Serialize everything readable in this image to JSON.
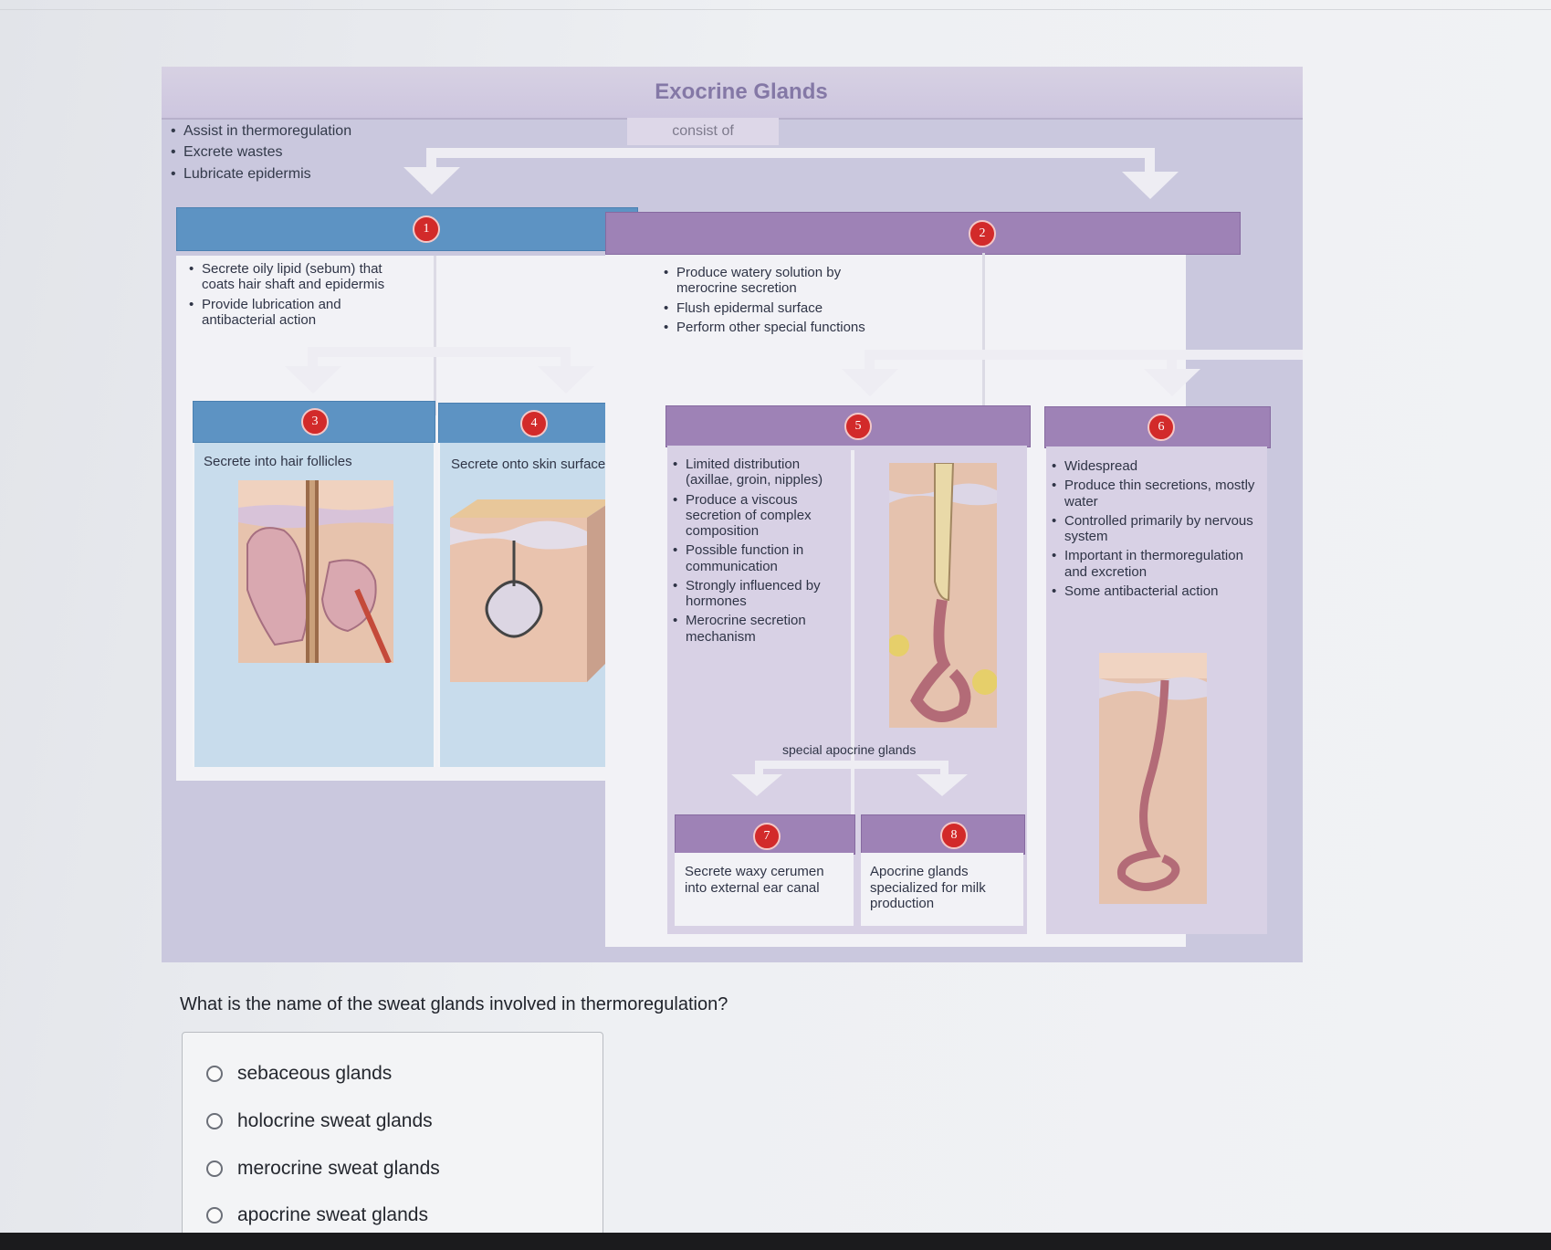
{
  "figure": {
    "title": "Exocrine Glands",
    "consist_label": "consist of",
    "functions": [
      "Assist in thermoregulation",
      "Excrete wastes",
      "Lubricate epidermis"
    ],
    "sebaceous": {
      "number": "1",
      "items": [
        "Secrete oily lipid (sebum) that coats hair shaft and epidermis",
        "Provide lubrication and antibacterial action"
      ],
      "sub3": {
        "number": "3",
        "label": "Secrete into hair follicles"
      },
      "sub4": {
        "number": "4",
        "label": "Secrete onto skin surface"
      }
    },
    "sweat": {
      "number": "2",
      "items": [
        "Produce watery solution by merocrine secretion",
        "Flush epidermal surface",
        "Perform other special functions"
      ],
      "apocrine": {
        "number": "5",
        "items": [
          "Limited distribution (axillae, groin, nipples)",
          "Produce a viscous secretion of complex composition",
          "Possible function in communication",
          "Strongly influenced by hormones",
          "Merocrine secretion mechanism"
        ],
        "special_label": "special apocrine glands",
        "sub7": {
          "number": "7",
          "label": "Secrete waxy cerumen into external ear canal"
        },
        "sub8": {
          "number": "8",
          "label": "Apocrine glands specialized for milk production"
        }
      },
      "merocrine": {
        "number": "6",
        "items": [
          "Widespread",
          "Produce thin secretions, mostly water",
          "Controlled primarily by nervous system",
          "Important in thermoregulation and excretion",
          "Some antibacterial action"
        ]
      }
    }
  },
  "question": {
    "prompt": "What is the name of the sweat glands involved in thermoregulation?",
    "options": [
      "sebaceous glands",
      "holocrine sweat glands",
      "merocrine sweat glands",
      "apocrine sweat glands"
    ]
  }
}
